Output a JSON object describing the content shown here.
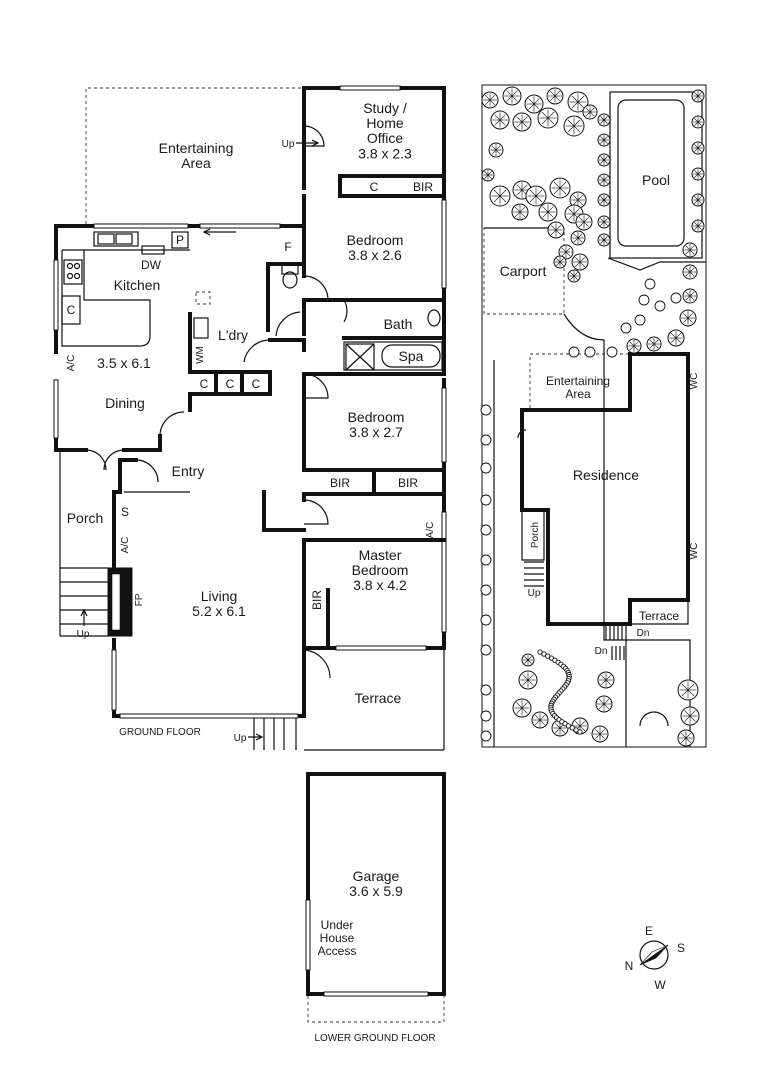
{
  "ground_floor": {
    "caption": "GROUND FLOOR",
    "rooms": {
      "entertaining": "Entertaining\nArea",
      "study": "Study /\nHome\nOffice\n3.8 x 2.3",
      "bedroom1": "Bedroom\n3.8 x 2.6",
      "bath": "Bath",
      "spa": "Spa",
      "bedroom2": "Bedroom\n3.8 x 2.7",
      "master": "Master\nBedroom\n3.8 x 4.2",
      "terrace": "Terrace",
      "kitchen": "Kitchen",
      "dining_size": "3.5 x 6.1",
      "dining": "Dining",
      "laundry": "L'dry",
      "entry": "Entry",
      "porch": "Porch",
      "living": "Living\n5.2 x 6.1"
    },
    "fixtures": {
      "up_study": "Up",
      "c_study": "C",
      "bir_study": "BIR",
      "f": "F",
      "p": "P",
      "dw": "DW",
      "c_kitchen": "C",
      "ac_dining": "A/C",
      "wm": "WM",
      "c1": "C",
      "c2": "C",
      "c3": "C",
      "bir1": "BIR",
      "bir2": "BIR",
      "ac_master": "A/C",
      "bir_master": "BIR",
      "s": "S",
      "ac_living": "A/C",
      "fp": "FP",
      "up_porch": "Up",
      "up_terrace": "Up"
    }
  },
  "site_plan": {
    "pool": "Pool",
    "carport": "Carport",
    "entertaining": "Entertaining\nArea",
    "residence": "Residence",
    "porch": "Porch",
    "up": "Up",
    "terrace": "Terrace",
    "dn1": "Dn",
    "dn2": "Dn",
    "wc1": "WC",
    "wc2": "WC"
  },
  "lower_ground_floor": {
    "caption": "LOWER GROUND FLOOR",
    "garage": "Garage\n3.6 x 5.9",
    "under_house": "Under\nHouse\nAccess"
  },
  "compass": {
    "n": "N",
    "e": "E",
    "s": "S",
    "w": "W"
  }
}
